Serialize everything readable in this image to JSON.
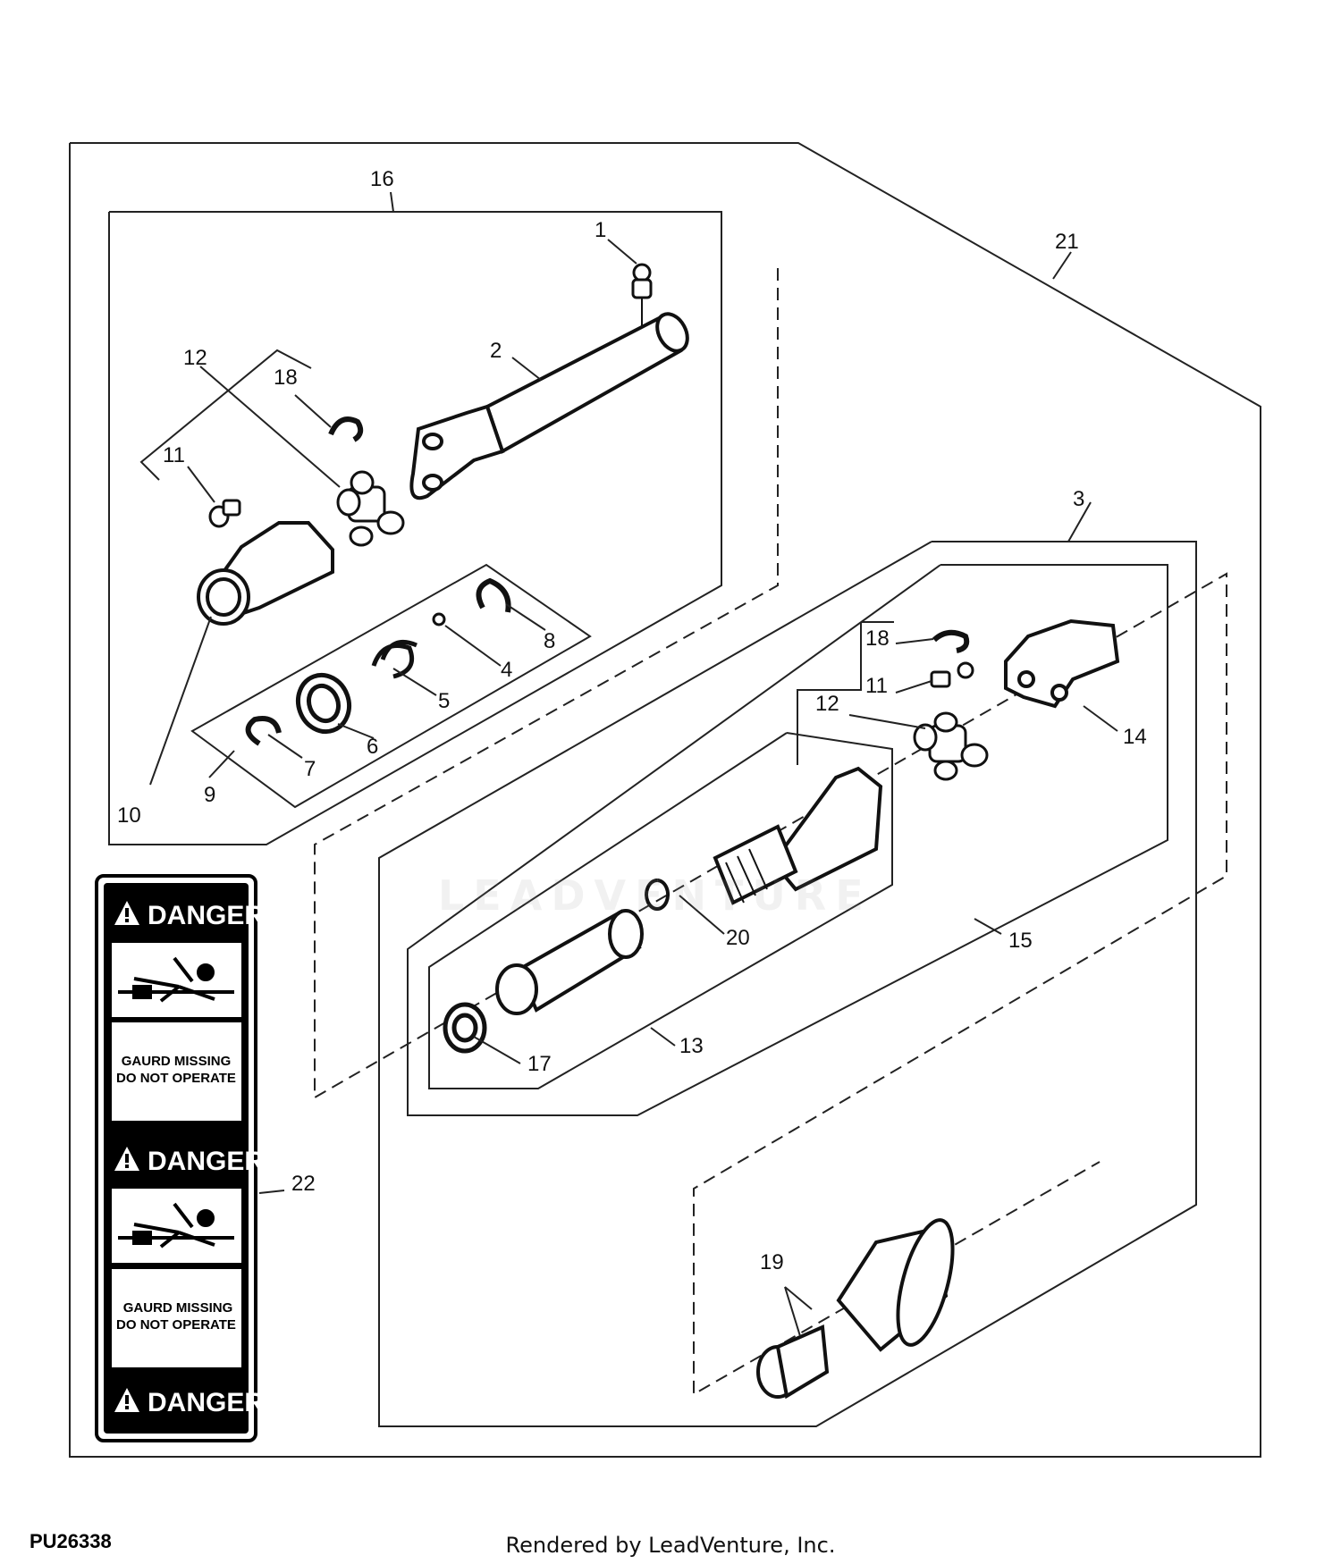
{
  "diagram": {
    "callouts": [
      "1",
      "2",
      "3",
      "4",
      "5",
      "6",
      "7",
      "8",
      "9",
      "10",
      "11",
      "11",
      "12",
      "12",
      "13",
      "14",
      "15",
      "16",
      "17",
      "18",
      "18",
      "19",
      "20",
      "21",
      "22"
    ],
    "figure_id": "PU26338",
    "credit": "Rendered by LeadVenture, Inc.",
    "watermark": "LEADVENTURE"
  },
  "decal": {
    "danger": "DANGER",
    "line1": "GAURD MISSING",
    "line2": "DO NOT OPERATE"
  }
}
